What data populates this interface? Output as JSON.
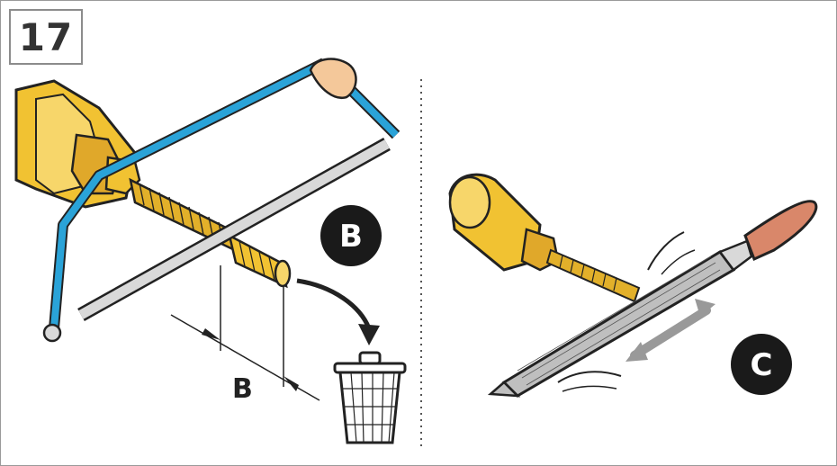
{
  "step_number": "17",
  "labels": {
    "badge_b": "B",
    "badge_c": "C",
    "dimension_b": "B"
  },
  "colors": {
    "saw_frame": "#2aa3d8",
    "brass": "#f1c232",
    "brass_dark": "#c8921a",
    "file_handle": "#d9876a",
    "badge": "#1a1a1a"
  },
  "icons": [
    "hacksaw-icon",
    "valve-icon",
    "trash-bin-icon",
    "file-tool-icon",
    "hand-icon"
  ]
}
